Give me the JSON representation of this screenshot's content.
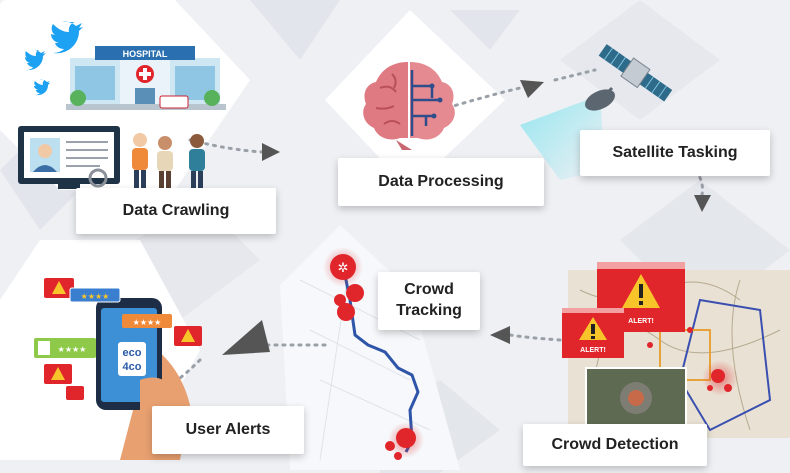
{
  "steps": {
    "data_crawling": "Data Crawling",
    "data_processing": "Data Processing",
    "satellite_tasking": "Satellite Tasking",
    "crowd_detection": "Crowd Detection",
    "crowd_tracking": "Crowd Tracking",
    "user_alerts": "User Alerts"
  },
  "hospital_sign": "HOSPITAL",
  "alert_text": "ALERT!",
  "app_logo": {
    "line1": "eco",
    "line2": "4co"
  },
  "colors": {
    "twitter": "#1da1f2",
    "alert_red": "#e0262b",
    "warning_yellow": "#f7c52a",
    "route_blue": "#2f55a8",
    "brain_pink": "#e07a82",
    "arrow_gray": "#555555"
  }
}
